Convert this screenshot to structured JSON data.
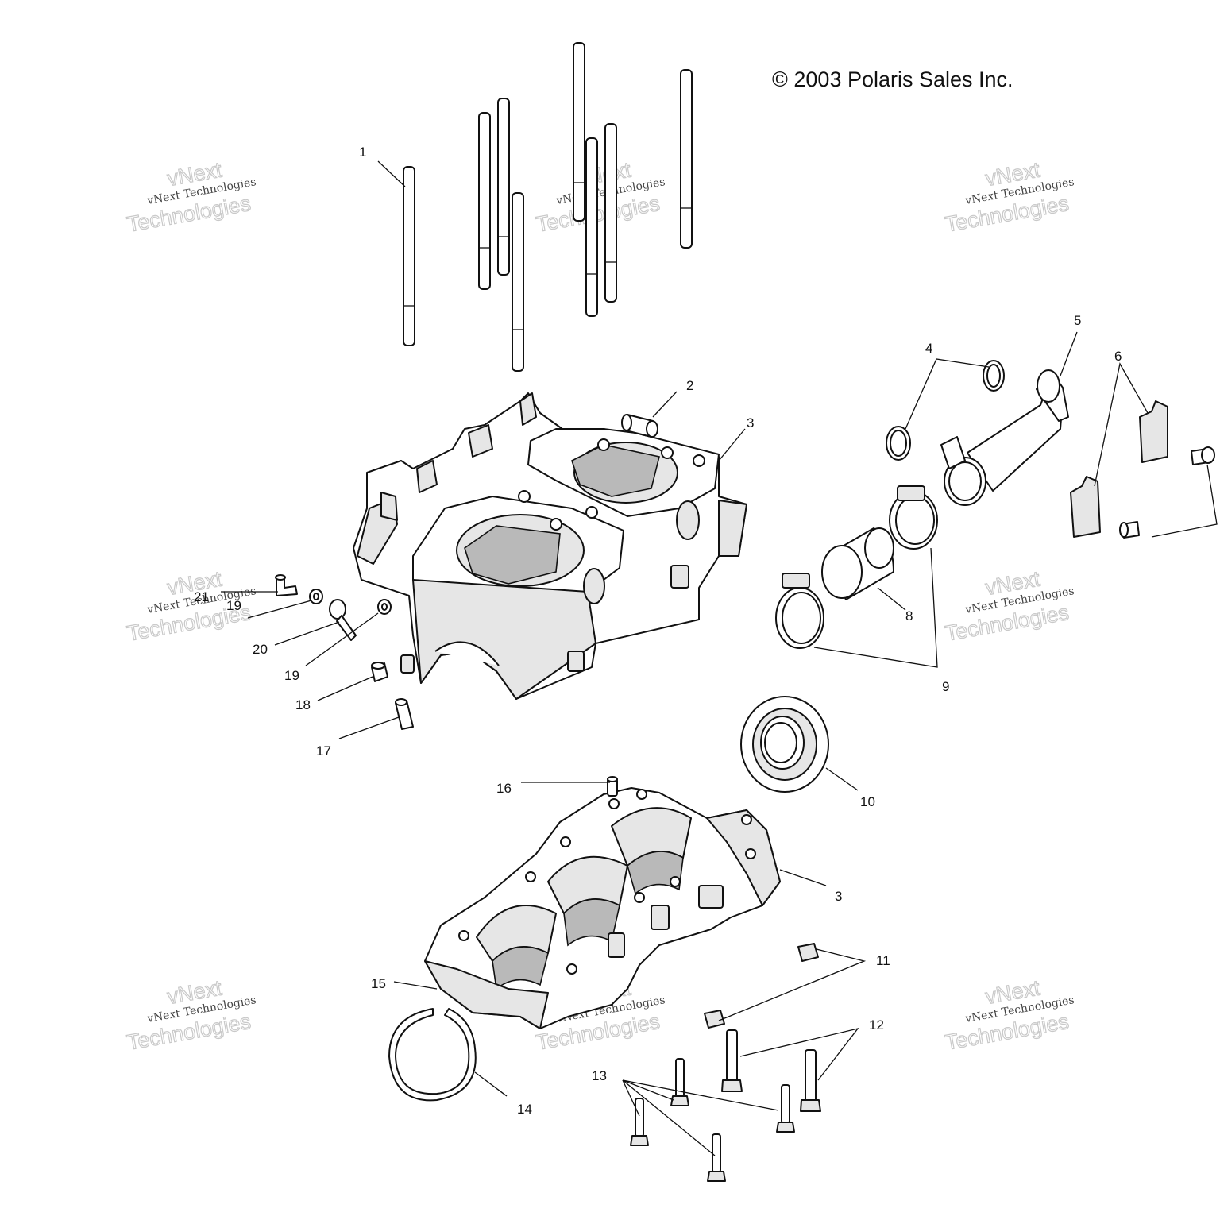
{
  "copyright": "© 2003 Polaris Sales Inc.",
  "watermark": {
    "line1": "vNext",
    "line2": "vNext Technologies",
    "line3": "Technologies"
  },
  "callouts": {
    "c1": "1",
    "c2": "2",
    "c3a": "3",
    "c3b": "3",
    "c4": "4",
    "c5": "5",
    "c6": "6",
    "c8": "8",
    "c9": "9",
    "c10": "10",
    "c11": "11",
    "c12": "12",
    "c13": "13",
    "c14": "14",
    "c15": "15",
    "c16": "16",
    "c17": "17",
    "c18": "18",
    "c19a": "19",
    "c19b": "19",
    "c20": "20",
    "c21": "21"
  }
}
